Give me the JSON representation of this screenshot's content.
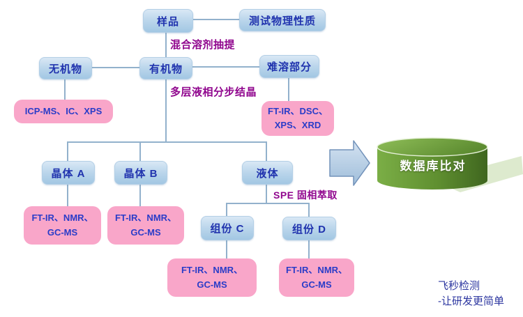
{
  "colors": {
    "background": "#ffffff",
    "node_fill_top": "#d9e8f5",
    "node_fill_bottom": "#a2c7e3",
    "node_text": "#2033ae",
    "method_fill": "#f9a6c9",
    "method_text": "#2a3cc8",
    "process_label_text": "#90068e",
    "connector": "#92b1cc",
    "arrow_fill_top": "#cdddef",
    "arrow_fill_bottom": "#9fbeda",
    "arrow_border": "#7292ba",
    "cylinder_green_light": "#7bae46",
    "cylinder_green_dark": "#3f661f",
    "cylinder_text": "#ffffff",
    "watermark_text": "#2c36a0"
  },
  "nodes": {
    "sample": "样品",
    "test_physical_properties": "测试物理性质",
    "inorganic": "无机物",
    "organic": "有机物",
    "insoluble_fraction": "难溶部分",
    "crystal_a": "晶体 A",
    "crystal_b": "晶体 B",
    "liquid": "液体",
    "component_c": "组份 C",
    "component_d": "组份 D"
  },
  "process_labels": {
    "mixed_solvent_extraction": "混合溶剂抽提",
    "multilayer_crystallization": "多层液相分步结晶",
    "spe_extraction": "SPE 固相萃取"
  },
  "analysis_boxes": {
    "inorganic": {
      "text": "ICP-MS、IC、XPS"
    },
    "insoluble": {
      "lines": [
        "FT-IR、DSC、",
        "XPS、XRD"
      ]
    },
    "crystal_a": {
      "lines": [
        "FT-IR、NMR、",
        "GC-MS"
      ]
    },
    "crystal_b": {
      "lines": [
        "FT-IR、NMR、",
        "GC-MS"
      ]
    },
    "component_c": {
      "lines": [
        "FT-IR、NMR、",
        "GC-MS"
      ]
    },
    "component_d": {
      "lines": [
        "FT-IR、NMR、",
        "GC-MS"
      ]
    }
  },
  "database": {
    "label": "数据库比对"
  },
  "watermark": {
    "line1": "飞秒检测",
    "line2": "-让研发更简单"
  }
}
